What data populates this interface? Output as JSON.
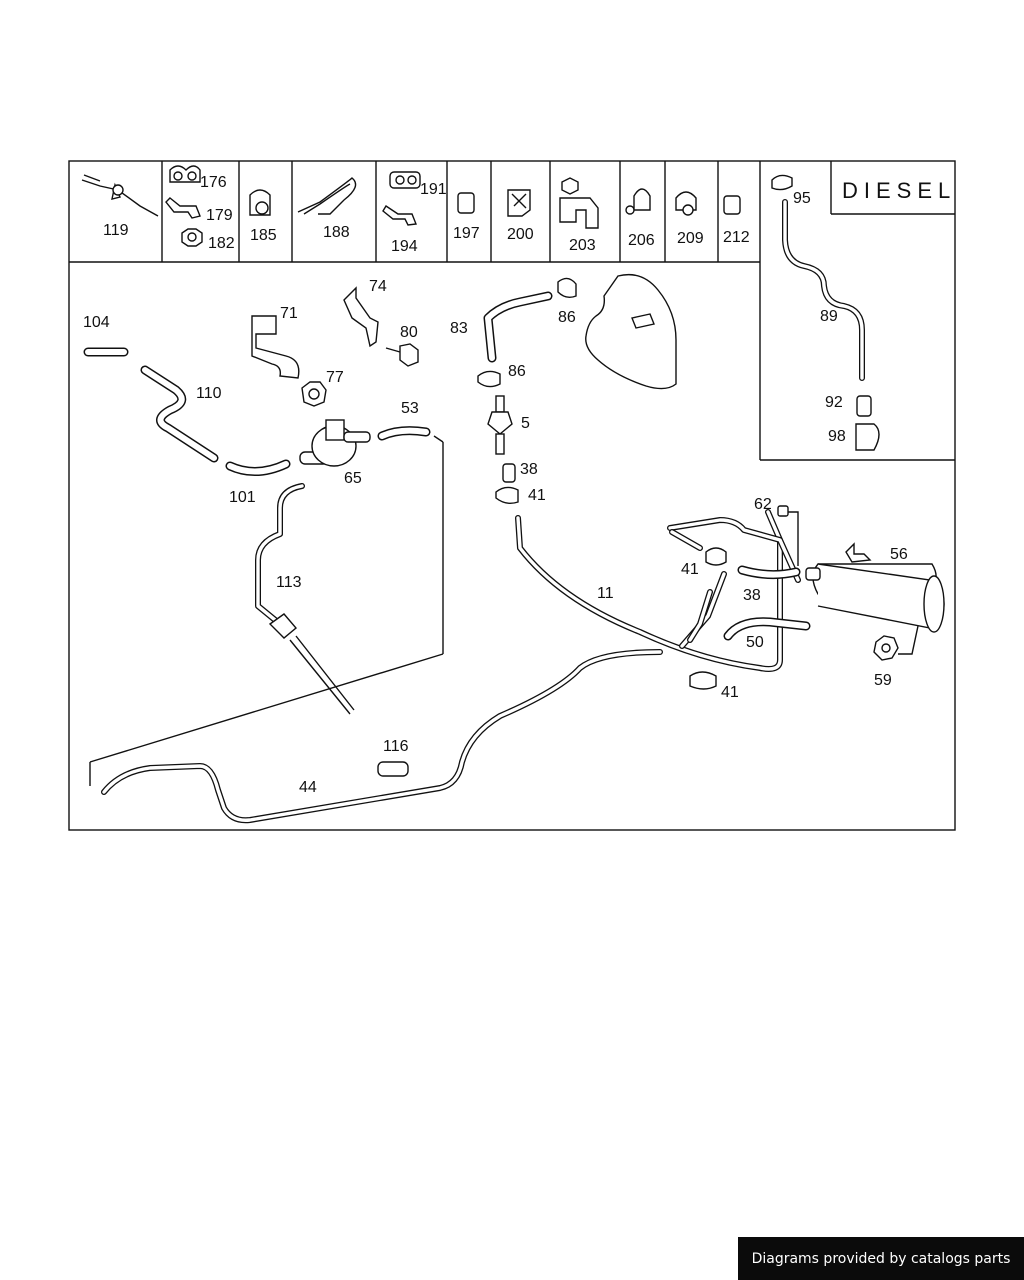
{
  "header_parts": [
    "119",
    "176",
    "179",
    "182",
    "185",
    "188",
    "191",
    "194",
    "197",
    "200",
    "203",
    "206",
    "209",
    "212"
  ],
  "diesel": {
    "title": "DIESEL",
    "parts": [
      "95",
      "89",
      "92",
      "98"
    ]
  },
  "diagram_parts": {
    "p104": "104",
    "p110": "110",
    "p101": "101",
    "p71": "71",
    "p74": "74",
    "p80": "80",
    "p77": "77",
    "p65": "65",
    "p53": "53",
    "p113": "113",
    "p83": "83",
    "p86a": "86",
    "p86b": "86",
    "p5": "5",
    "p38a": "38",
    "p41a": "41",
    "p11": "11",
    "p62": "62",
    "p56": "56",
    "p41b": "41",
    "p38b": "38",
    "p50": "50",
    "p59": "59",
    "p41c": "41",
    "p116": "116",
    "p44": "44"
  },
  "footer": {
    "text": "Diagrams provided by catalogs parts"
  }
}
